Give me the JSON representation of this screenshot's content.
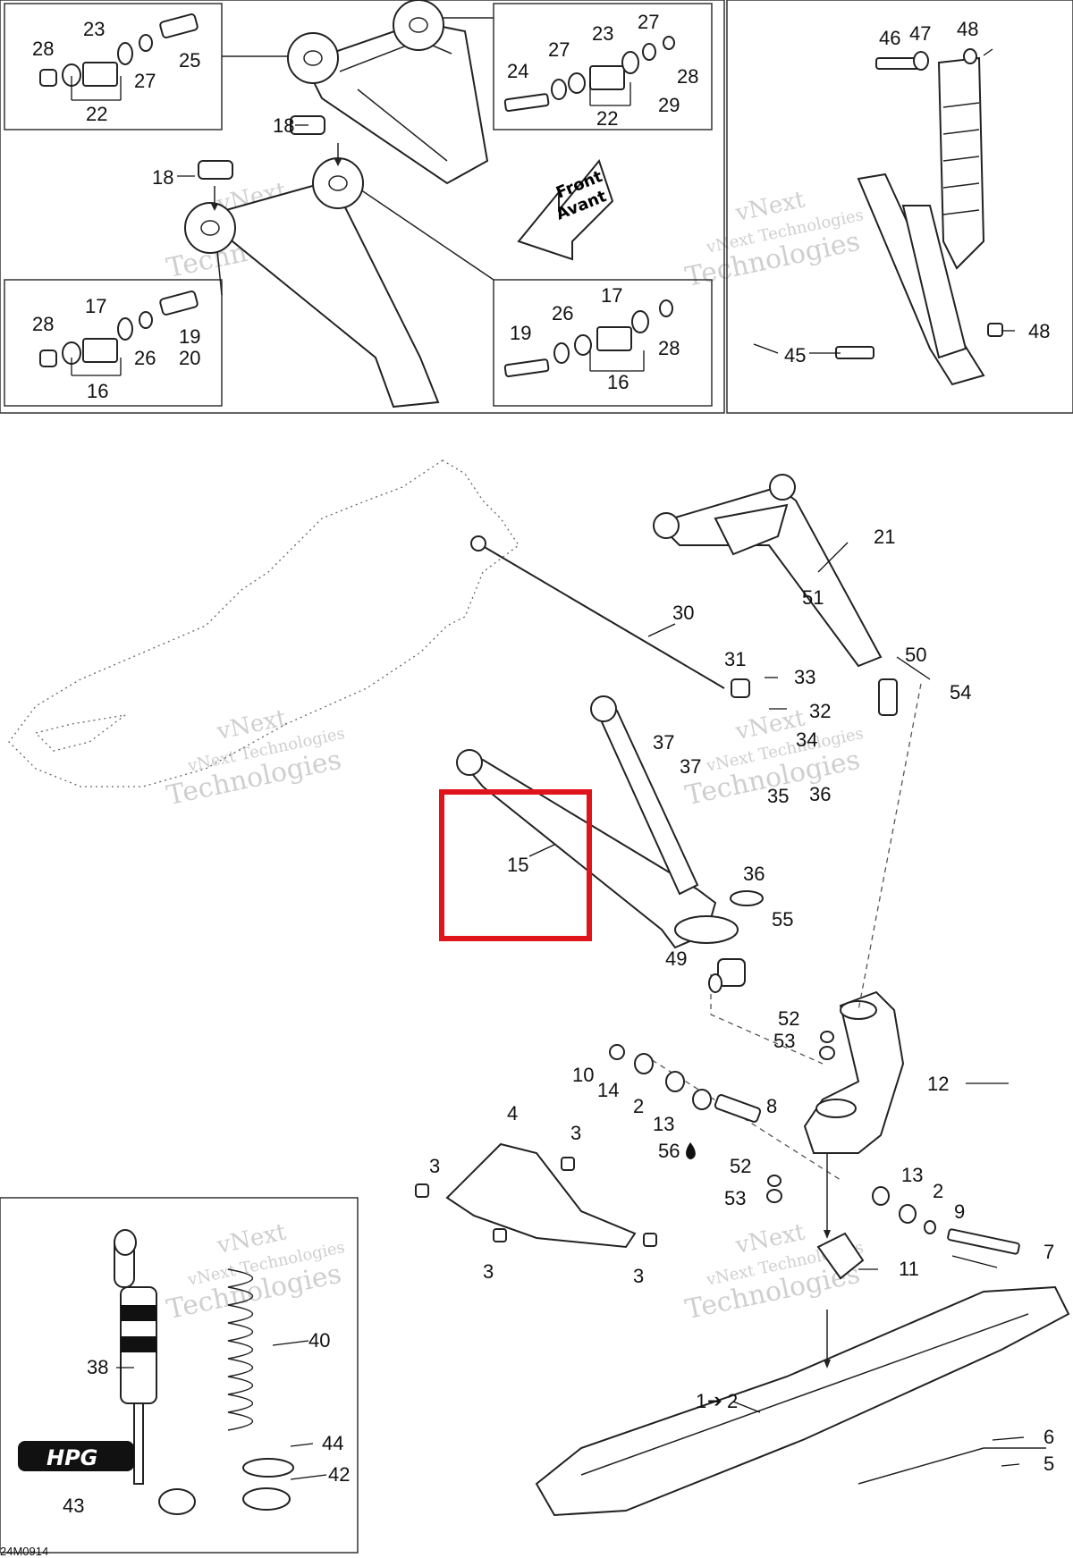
{
  "diagram_code": "24M0914",
  "front_arrow_text": [
    "Front",
    "Avant"
  ],
  "hpg_logo": "HPG",
  "highlight_color": "#e0141b",
  "watermark": [
    "vNext",
    "vNext Technologies",
    "Technologies"
  ],
  "callouts": {
    "c1": "1",
    "c1b": "2",
    "c2a": "2",
    "c2b": "2",
    "c3a": "3",
    "c3b": "3",
    "c3c": "3",
    "c3d": "3",
    "c4": "4",
    "c5": "5",
    "c6": "6",
    "c7": "7",
    "c8": "8",
    "c9": "9",
    "c10": "10",
    "c11": "11",
    "c12": "12",
    "c13a": "13",
    "c13b": "13",
    "c14": "14",
    "c15": "15",
    "c16a": "16",
    "c16b": "16",
    "c17a": "17",
    "c17b": "17",
    "c18a": "18",
    "c18b": "18",
    "c19a": "19",
    "c19b": "19",
    "c20": "20",
    "c21": "21",
    "c22a": "22",
    "c22b": "22",
    "c23a": "23",
    "c23b": "23",
    "c24": "24",
    "c25": "25",
    "c26a": "26",
    "c26b": "26",
    "c27a": "27",
    "c27b": "27",
    "c28a": "28",
    "c28b": "28",
    "c28c": "28",
    "c28d": "28",
    "c29": "29",
    "c30": "30",
    "c31": "31",
    "c32": "32",
    "c33": "33",
    "c34": "34",
    "c35": "35",
    "c36a": "36",
    "c36b": "36",
    "c37a": "37",
    "c37b": "37",
    "c38": "38",
    "c40": "40",
    "c42": "42",
    "c43": "43",
    "c44": "44",
    "c45": "45",
    "c46": "46",
    "c47": "47",
    "c48a": "48",
    "c48b": "48",
    "c49": "49",
    "c50": "50",
    "c51": "51",
    "c52a": "52",
    "c52b": "52",
    "c53a": "53",
    "c53b": "53",
    "c54": "54",
    "c55": "55",
    "c56": "56"
  }
}
